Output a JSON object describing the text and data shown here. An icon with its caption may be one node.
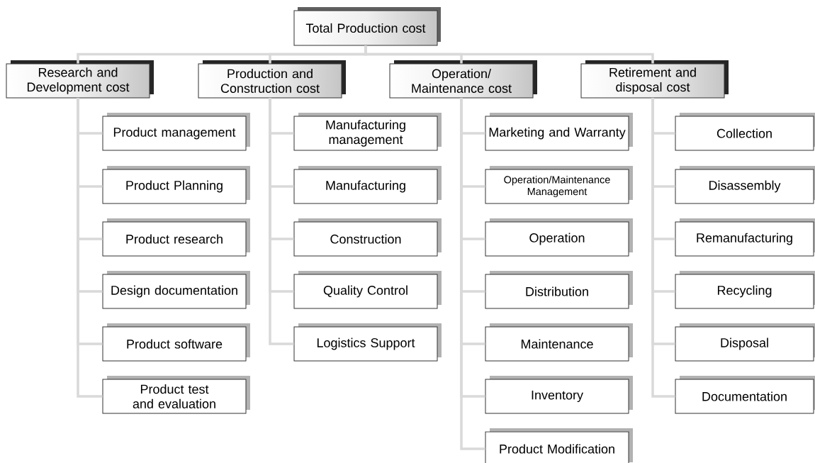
{
  "diagram": {
    "nodes": [
      {
        "text": [
          "Total Production cost"
        ]
      },
      {
        "text": [
          "Research and Development cost"
        ]
      },
      {
        "text": [
          "Production and Construction cost"
        ]
      },
      {
        "text": [
          "Operation/ Maintenance cost"
        ]
      },
      {
        "text": [
          "Retirement and disposal cost"
        ]
      },
      {
        "text": [
          "Product management"
        ]
      },
      {
        "text": [
          "Product Planning"
        ]
      },
      {
        "text": [
          "Product research"
        ]
      },
      {
        "text": [
          "Design documentation"
        ]
      },
      {
        "text": [
          "Product software"
        ]
      },
      {
        "text": [
          "Product test and evaluation"
        ]
      },
      {
        "text": [
          "Manufacturing management"
        ]
      },
      {
        "text": [
          "Manufacturing"
        ]
      },
      {
        "text": [
          "Construction"
        ]
      },
      {
        "text": [
          "Quality Control"
        ]
      },
      {
        "text": [
          "Logistics Support"
        ]
      },
      {
        "text": [
          "Marketing and Warranty"
        ]
      },
      {
        "text": [
          "Operation/Maintenance Management"
        ]
      },
      {
        "text": [
          "Operation"
        ]
      },
      {
        "text": [
          "Distribution"
        ]
      },
      {
        "text": [
          "Maintenance"
        ]
      },
      {
        "text": [
          "Inventory"
        ]
      },
      {
        "text": [
          "Product Modification"
        ]
      },
      {
        "text": [
          "Collection"
        ]
      },
      {
        "text": [
          "Disassembly"
        ]
      },
      {
        "text": [
          "Remanufacturing"
        ]
      },
      {
        "text": [
          "Recycling"
        ]
      },
      {
        "text": [
          "Disposal"
        ]
      },
      {
        "text": [
          "Documentation"
        ]
      }
    ],
    "edges": [
      {
        "from": 0,
        "to": 1,
        "arrow": "none"
      },
      {
        "from": 0,
        "to": 2,
        "arrow": "none"
      },
      {
        "from": 0,
        "to": 3,
        "arrow": "none"
      },
      {
        "from": 0,
        "to": 4,
        "arrow": "none"
      },
      {
        "from": 1,
        "to": 5,
        "arrow": "none"
      },
      {
        "from": 1,
        "to": 6,
        "arrow": "none"
      },
      {
        "from": 1,
        "to": 7,
        "arrow": "none"
      },
      {
        "from": 1,
        "to": 8,
        "arrow": "none"
      },
      {
        "from": 1,
        "to": 9,
        "arrow": "none"
      },
      {
        "from": 1,
        "to": 10,
        "arrow": "none"
      },
      {
        "from": 2,
        "to": 11,
        "arrow": "none"
      },
      {
        "from": 2,
        "to": 12,
        "arrow": "none"
      },
      {
        "from": 2,
        "to": 13,
        "arrow": "none"
      },
      {
        "from": 2,
        "to": 14,
        "arrow": "none"
      },
      {
        "from": 2,
        "to": 15,
        "arrow": "none"
      },
      {
        "from": 3,
        "to": 16,
        "arrow": "none"
      },
      {
        "from": 3,
        "to": 17,
        "arrow": "none"
      },
      {
        "from": 3,
        "to": 18,
        "arrow": "none"
      },
      {
        "from": 3,
        "to": 19,
        "arrow": "none"
      },
      {
        "from": 3,
        "to": 20,
        "arrow": "none"
      },
      {
        "from": 3,
        "to": 21,
        "arrow": "none"
      },
      {
        "from": 3,
        "to": 22,
        "arrow": "none"
      },
      {
        "from": 4,
        "to": 23,
        "arrow": "none"
      },
      {
        "from": 4,
        "to": 24,
        "arrow": "none"
      },
      {
        "from": 4,
        "to": 25,
        "arrow": "none"
      },
      {
        "from": 4,
        "to": 26,
        "arrow": "none"
      },
      {
        "from": 4,
        "to": 27,
        "arrow": "none"
      },
      {
        "from": 4,
        "to": 28,
        "arrow": "none"
      }
    ]
  }
}
